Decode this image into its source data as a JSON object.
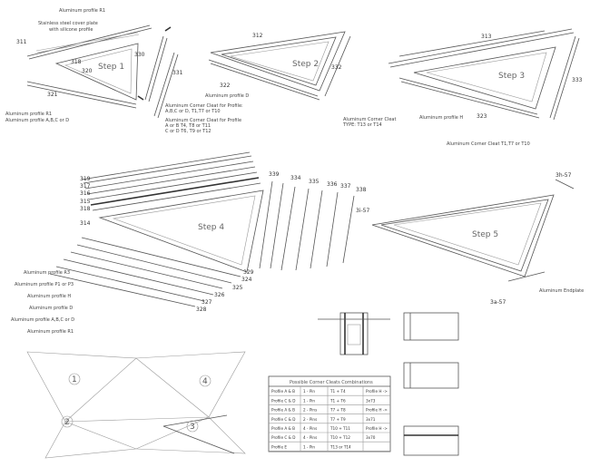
{
  "steps": {
    "s1": "Step 1",
    "s2": "Step 2",
    "s3": "Step 3",
    "s4": "Step 4",
    "s5": "Step 5"
  },
  "numbers": {
    "n311": "311",
    "n318": "318",
    "n320": "320",
    "n330": "330",
    "n331": "331",
    "n321": "321",
    "n312": "312",
    "n322": "322",
    "n332": "332",
    "n313": "313",
    "n323": "323",
    "n333": "333",
    "n319": "319",
    "n317": "317",
    "n316": "316",
    "n315": "315",
    "n318b": "318",
    "n314": "314",
    "n339": "339",
    "n334": "334",
    "n335": "335",
    "n336": "336",
    "n337": "337",
    "n338": "338",
    "n329": "329",
    "n324": "324",
    "n325": "325",
    "n326": "326",
    "n327": "327",
    "n328": "328",
    "n3h57": "3h-57",
    "n3i57": "3i-57",
    "n3a57": "3a-57"
  },
  "labels": {
    "alu_r1": "Aluminum profile R1",
    "stainless_1": "Stainless steel cover plate",
    "stainless_2": "with silicone profile",
    "alu_r1_left": "Aluminum profile R1",
    "alu_abc_left": "Aluminum profile  A,B,C or D",
    "alu_d_2": "Aluminum profile  D",
    "cleat_1": "Aluminum Corner Cleat  for Profile:",
    "cleat_2": "A,B,C or D, T1,T7 or  T10",
    "cleat_3": "Aluminum Corner Cleat  for Profile",
    "cleat_4": "A or B  T4, T8 or T11",
    "cleat_5": "C or D  T6, T9 or  T12",
    "cleat3_1": "Aluminum Corner Cleat",
    "cleat3_2": "TYPE: T13 or T14",
    "alu_h": "Aluminum profile H",
    "cleat3_3": "Aluminum Corner Cleat  T1,T7 or  T10",
    "alu_r3": "Aluminum profile  R3",
    "alu_p1p3": "Aluminum profile  P1 or P3",
    "alu_h4": "Aluminum profile  H",
    "alu_d4": "Aluminum profile  D",
    "alu_abcd4": "Aluminum profile  A,B,C or D",
    "alu_r1_4": "Aluminum profile  R1",
    "endplate": "Aluminum Endplate"
  },
  "circles": [
    "1",
    "2",
    "3",
    "4"
  ],
  "table": {
    "title": "Possible Corner Cleats Combinations",
    "rows": [
      [
        "Profile A & B",
        "1 - Pin",
        "T1 + T4",
        "Profile H ->"
      ],
      [
        "Profile C & D",
        "1 - Pin",
        "T1 + T6",
        "3x73"
      ],
      [
        "Profile A & B",
        "2 - Pins",
        "T7 + T8",
        "Profile H ->"
      ],
      [
        "Profile C & D",
        "2 - Pins",
        "T7 + T9",
        "3x71"
      ],
      [
        "Profile A & B",
        "4 - Pins",
        "T10 + T11",
        "Profile H ->"
      ],
      [
        "Profile C & D",
        "4 - Pins",
        "T10 + T12",
        "3x70"
      ],
      [
        "Profile E",
        "1 - Pin",
        "T13 or T14",
        ""
      ]
    ]
  }
}
